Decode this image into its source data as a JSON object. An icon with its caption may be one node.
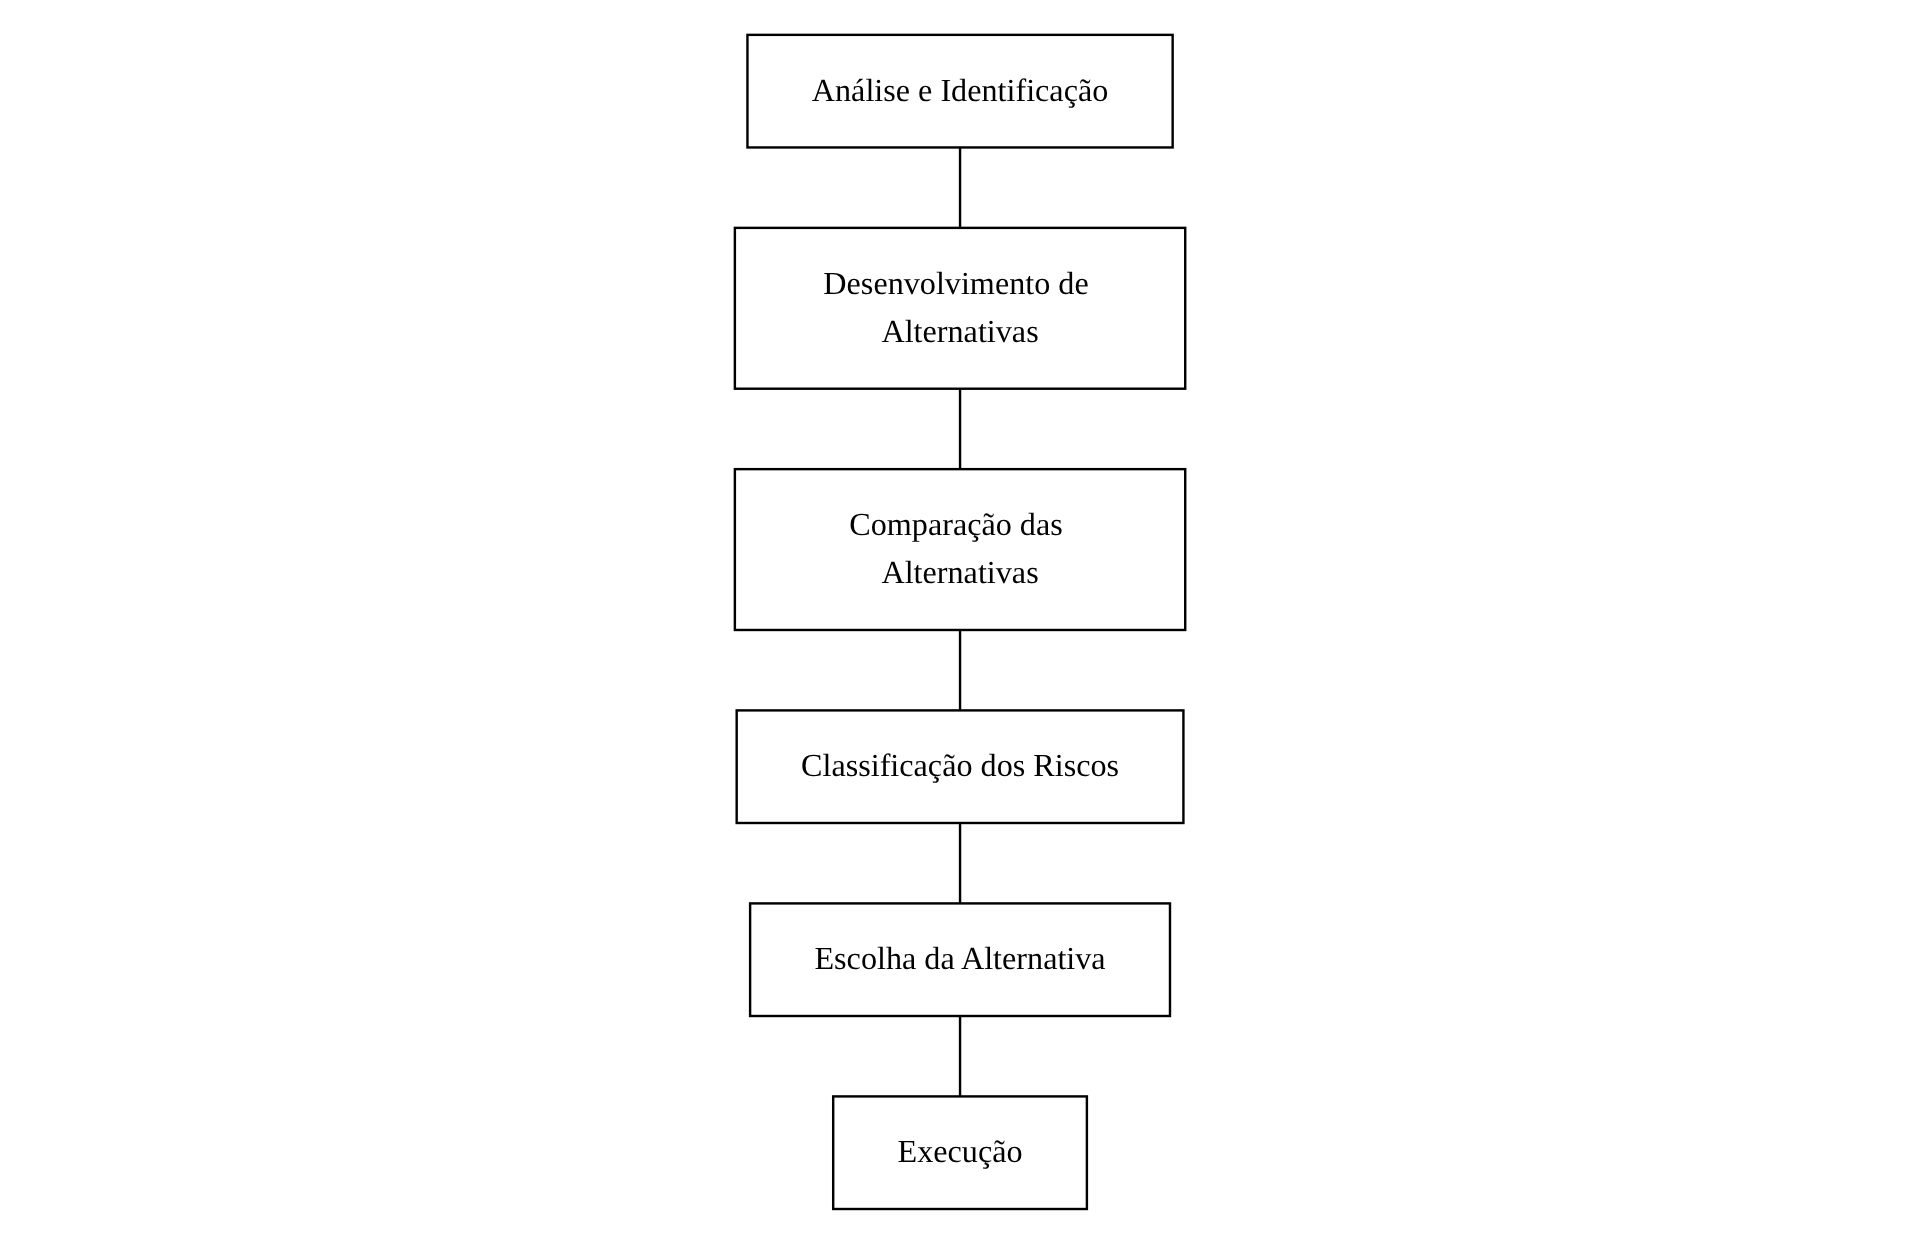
{
  "diagram": {
    "nodes": [
      {
        "text": [
          "Análise e Identificação"
        ]
      },
      {
        "text": [
          "Desenvolvimento de Alternativas"
        ]
      },
      {
        "text": [
          "Comparação das Alternativas"
        ]
      },
      {
        "text": [
          "Classificação dos Riscos"
        ]
      },
      {
        "text": [
          "Escolha da Alternativa"
        ]
      },
      {
        "text": [
          "Execução"
        ]
      }
    ],
    "edges": [
      {
        "from": 0,
        "to": 1,
        "arrow": "none"
      },
      {
        "from": 1,
        "to": 2,
        "arrow": "none"
      },
      {
        "from": 2,
        "to": 3,
        "arrow": "none"
      },
      {
        "from": 3,
        "to": 4,
        "arrow": "none"
      },
      {
        "from": 4,
        "to": 5,
        "arrow": "none"
      }
    ]
  }
}
